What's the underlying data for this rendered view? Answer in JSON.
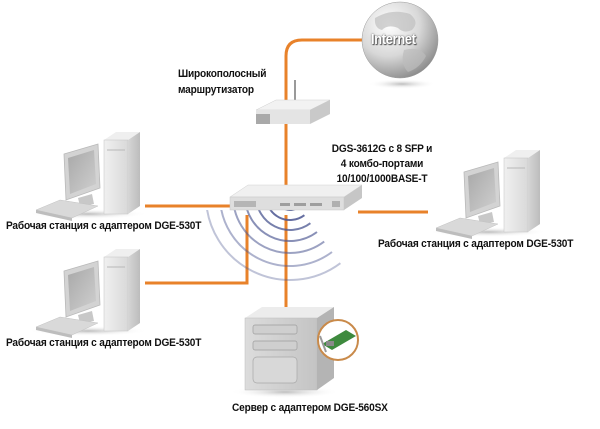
{
  "diagram": {
    "title": "DGS-3612G network topology",
    "link_color": "#e8822a",
    "wave_color": "#4a5590",
    "nodes": {
      "internet": {
        "label": "Internet",
        "kind": "globe-icon"
      },
      "router": {
        "label_line1": "Широкополосный",
        "label_line2": "маршрутизатор",
        "kind": "router-icon"
      },
      "switch": {
        "label_line1": "DGS-3612G с 8 SFP и",
        "label_line2": "4 комбо-портами",
        "label_line3": "10/100/1000BASE-T",
        "kind": "switch-icon"
      },
      "workstation_left_top": {
        "label": "Рабочая станция с адаптером DGE-530T",
        "kind": "workstation-icon"
      },
      "workstation_right": {
        "label": "Рабочая станция с адаптером DGE-530T",
        "kind": "workstation-icon"
      },
      "workstation_left_bottom": {
        "label": "Рабочая станция с адаптером DGE-530T",
        "kind": "workstation-icon"
      },
      "server": {
        "label": "Сервер с адаптером DGE-560SX",
        "kind": "server-icon"
      }
    },
    "edges": [
      {
        "from": "router",
        "to": "internet"
      },
      {
        "from": "switch",
        "to": "router"
      },
      {
        "from": "switch",
        "to": "workstation_left_top"
      },
      {
        "from": "switch",
        "to": "workstation_right"
      },
      {
        "from": "switch",
        "to": "workstation_left_bottom"
      },
      {
        "from": "switch",
        "to": "server"
      }
    ]
  }
}
